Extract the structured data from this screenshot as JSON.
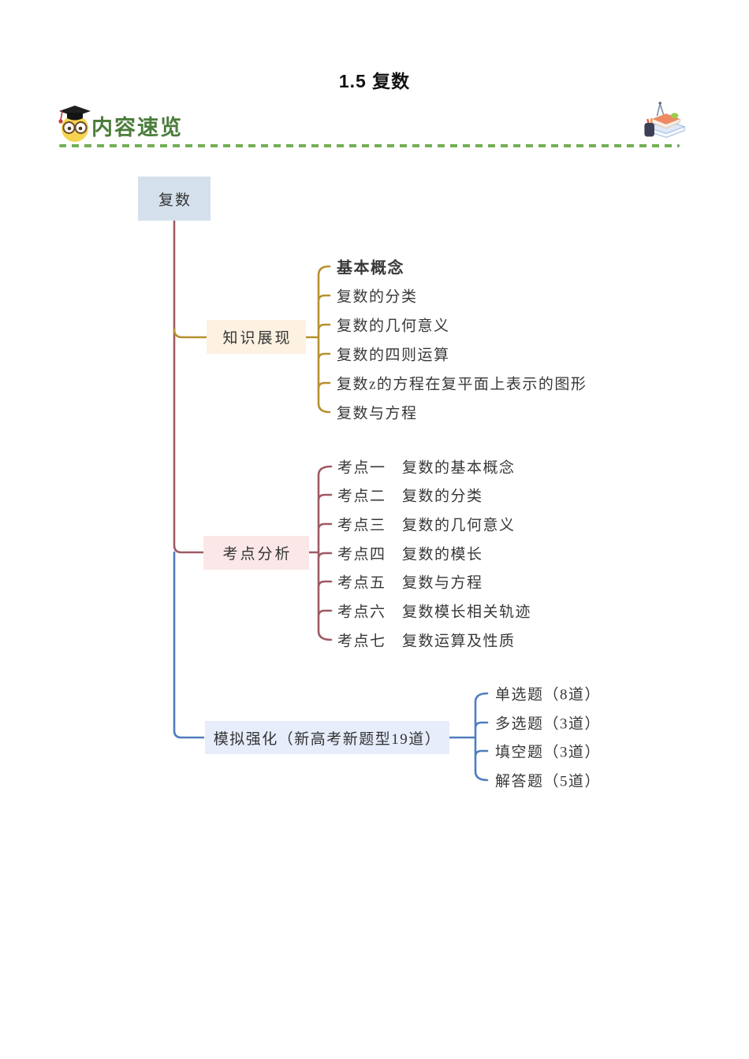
{
  "page": {
    "title": "1.5 复数"
  },
  "header": {
    "section_title": "内容速览",
    "section_title_color": "#4b7d3b",
    "divider_color": "#74ae55",
    "left_icon": "owl-graduate-icon",
    "right_icon": "books-stationery-icon"
  },
  "mindmap": {
    "root": {
      "label": "复数",
      "bg_color": "#d4e1ec"
    },
    "branches": [
      {
        "label": "知识展现",
        "bg_color": "#fdf1e2",
        "line_color": "#b6912f",
        "children": [
          {
            "label": "基本概念"
          },
          {
            "label": "复数的分类"
          },
          {
            "label": "复数的几何意义"
          },
          {
            "label": "复数的四则运算"
          },
          {
            "label": "复数z的方程在复平面上表示的图形"
          },
          {
            "label": "复数与方程"
          }
        ]
      },
      {
        "label": "考点分析",
        "bg_color": "#fbe7e7",
        "line_color": "#9e5a64",
        "children": [
          {
            "label": "考点一　复数的基本概念"
          },
          {
            "label": "考点二　复数的分类"
          },
          {
            "label": "考点三　复数的几何意义"
          },
          {
            "label": "考点四　复数的模长"
          },
          {
            "label": "考点五　复数与方程"
          },
          {
            "label": "考点六　复数模长相关轨迹"
          },
          {
            "label": "考点七　复数运算及性质"
          }
        ]
      },
      {
        "label": "模拟强化（新高考新题型19道）",
        "bg_color": "#e7edfb",
        "line_color": "#4f7dbe",
        "children": [
          {
            "label": "单选题（8道）"
          },
          {
            "label": "多选题（3道）"
          },
          {
            "label": "填空题（3道）"
          },
          {
            "label": "解答题（5道）"
          }
        ]
      }
    ]
  }
}
